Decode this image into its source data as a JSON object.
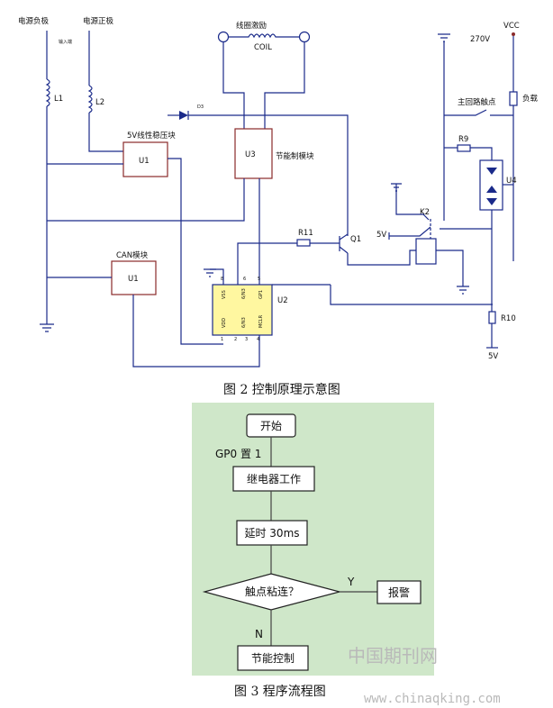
{
  "circuit": {
    "neg_terminal": "电源负极",
    "pos_terminal": "电源正极",
    "input_note": "输入端",
    "l1": "L1",
    "l2": "L2",
    "coil_title": "线圈激励",
    "coil_name": "COIL",
    "diode": "D3",
    "regulator_title": "5V线性稳压块",
    "regulator_name": "U1",
    "energy_title": "节能制模块",
    "energy_name": "U3",
    "can_title": "CAN模块",
    "can_name": "U1",
    "mcu_name": "U2",
    "mcu_pins_top": [
      "VSS",
      "6/N3",
      "GP1"
    ],
    "mcu_pins_bottom": [
      "VDD",
      "6/N3",
      "MCLR"
    ],
    "mcu_pinnums_top": [
      "8",
      "6",
      "5"
    ],
    "mcu_pinnums_bottom": [
      "1",
      "2",
      "3",
      "4"
    ],
    "r11": "R11",
    "q1": "Q1",
    "v5_left": "5V",
    "k2": "K2",
    "r9": "R9",
    "u4": "U4",
    "r10": "R10",
    "v5_bottom": "5V",
    "v270": "270V",
    "vcc": "VCC",
    "load": "负载",
    "main_contact": "主回路触点"
  },
  "figure2_caption": "图 2   控制原理示意图",
  "flow": {
    "start": "开始",
    "set_gp0": "GP0 置 1",
    "relay_work": "继电器工作",
    "delay": "延时 30ms",
    "decision": "触点粘连？",
    "yes": "Y",
    "alarm": "报警",
    "no": "N",
    "energy_ctrl": "节能控制"
  },
  "watermark_cn": "中国期刊网",
  "watermark_url": "www.chinaqking.com",
  "figure3_caption": "图 3  程序流程图",
  "colors": {
    "wire": "#1a2a8a",
    "module": "#8a2a2a",
    "mcu_fill": "#fff7a0",
    "flow_bg": "#cfe7c9"
  }
}
